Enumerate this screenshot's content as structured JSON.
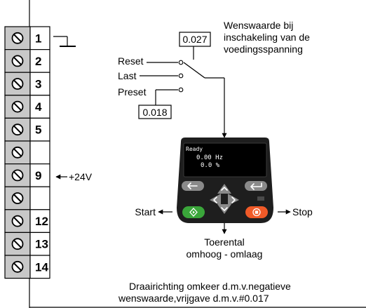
{
  "terminals": [
    {
      "label": "1"
    },
    {
      "label": "2"
    },
    {
      "label": "3"
    },
    {
      "label": "4"
    },
    {
      "label": "5"
    },
    {
      "label": ""
    },
    {
      "label": "9"
    },
    {
      "label": ""
    },
    {
      "label": "12"
    },
    {
      "label": "13"
    },
    {
      "label": "14"
    }
  ],
  "voltage_label": "+24V",
  "annotation": {
    "line1": "Wenswaarde bij",
    "line2": "inschakeling van de",
    "line3": "voedingsspanning"
  },
  "param_top": "0.027",
  "param_preset": "0.018",
  "switch_positions": {
    "reset": "Reset",
    "last": "Last",
    "preset": "Preset"
  },
  "keypad": {
    "status": "Ready",
    "line1": "0.00 Hz",
    "line2": "0.0 %",
    "body_color": "#1e1e1e",
    "start_color": "#3aa63a",
    "stop_color": "#f05a28"
  },
  "start_label": "Start",
  "stop_label": "Stop",
  "speed_label": {
    "line1": "Toerental",
    "line2": "omhoog - omlaag"
  },
  "footer": {
    "line1": "Draairichting omkeer d.m.v.negatieve",
    "line2": "wenswaarde,vrijgave d.m.v.",
    "param": "#0.017"
  }
}
